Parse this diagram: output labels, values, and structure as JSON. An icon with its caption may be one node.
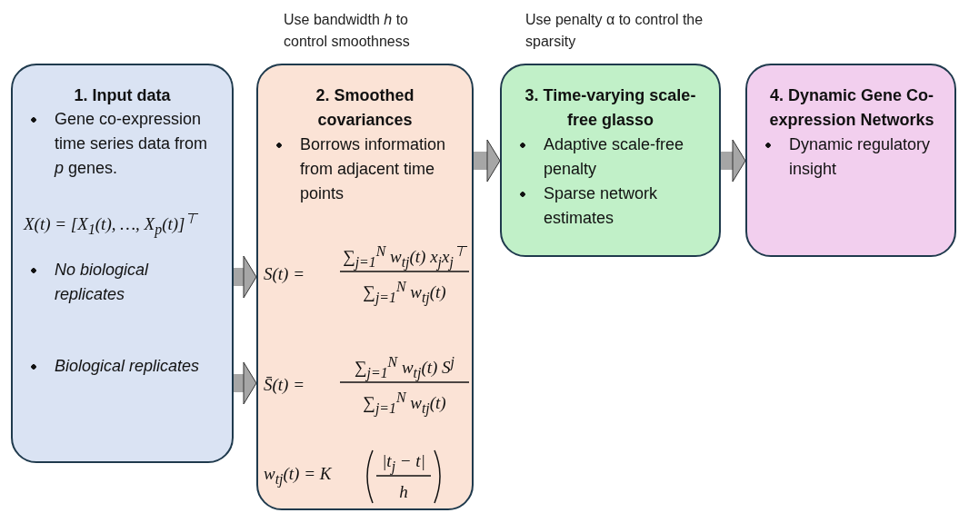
{
  "diagram": {
    "nodes": [
      {
        "text": [
          "1. Input data",
          "Gene co-expression time series data from *p* genes.",
          "X(t) = [X$_{1}$(t), …, X$_{p}$(t)]$^{⊤}$",
          "No biological replicates",
          "Biological replicates"
        ]
      },
      {
        "text": [
          "2. Smoothed covariances",
          "Borrows information from adjacent time points",
          "S(t) =",
          "∑$_{j=1}$$^{N}$ w$_{tj}$(t) x$_{j}$x$_{j}$$^{⊤}$",
          "∑$_{j=1}$$^{N}$ w$_{tj}$(t)",
          "S̄(t) =",
          "∑$_{j=1}$$^{N}$ w$_{tj}$(t) S$^{j}$",
          "∑$_{j=1}$$^{N}$ w$_{tj}$(t)",
          "w$_{tj}$(t) = K",
          "|t$_{j}$ − t|",
          "h"
        ],
        "beside": [
          "Use bandwidth *h* to control smoothness"
        ]
      },
      {
        "text": [
          "3. Time-varying scale-free glasso",
          "Adaptive scale-free penalty",
          "Sparse network estimates"
        ],
        "beside": [
          "Use penalty α to control the sparsity"
        ]
      },
      {
        "text": [
          "4. Dynamic Gene Co-expression Networks",
          "Dynamic regulatory insight"
        ]
      }
    ],
    "edges": [
      {
        "from": 0,
        "to": 1,
        "arrow": "to"
      },
      {
        "from": 0,
        "to": 1,
        "arrow": "to"
      },
      {
        "from": 1,
        "to": 2,
        "arrow": "to"
      },
      {
        "from": 2,
        "to": 3,
        "arrow": "to"
      }
    ]
  }
}
